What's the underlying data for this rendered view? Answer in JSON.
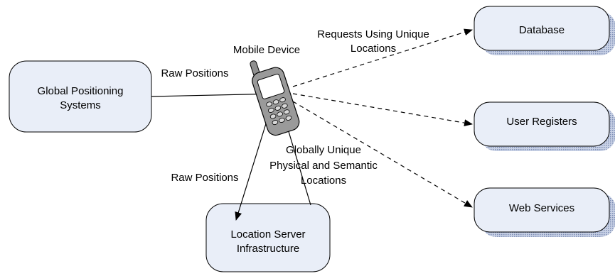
{
  "nodes": {
    "gps": {
      "line1": "Global Positioning",
      "line2": "Systems"
    },
    "location_server": {
      "line1": "Location Server",
      "line2": "Infrastructure"
    },
    "database": {
      "label": "Database"
    },
    "user_registers": {
      "label": "User Registers"
    },
    "web_services": {
      "label": "Web Services"
    },
    "mobile_device": {
      "label": "Mobile Device"
    }
  },
  "edges": {
    "gps_to_device": {
      "label": "Raw Positions"
    },
    "device_to_server": {
      "label": "Raw Positions"
    },
    "server_to_device": {
      "line1": "Globally Unique",
      "line2": "Physical and Semantic",
      "line3": "Locations"
    },
    "device_requests": {
      "line1": "Requests Using Unique",
      "line2": "Locations"
    }
  },
  "colors": {
    "box_fill": "#e9eef8",
    "box_stroke": "#000000",
    "shadow": "#9aa8c9",
    "phone_body": "#8f8f8f",
    "phone_screen": "#ffffff"
  }
}
